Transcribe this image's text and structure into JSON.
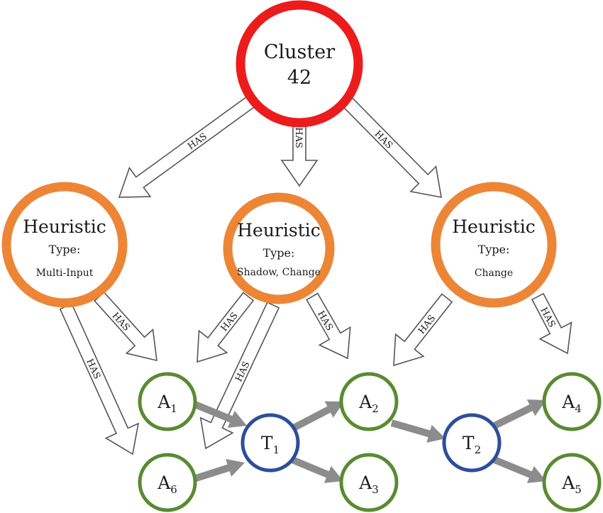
{
  "colors": {
    "cluster": "#ec1c1c",
    "heuristic": "#ec8636",
    "address": "#5a8a32",
    "transaction": "#2c4f9a",
    "has_arrow_stroke": "#555555",
    "flow_arrow": "#8c8c8c"
  },
  "cluster": {
    "label_line1": "Cluster",
    "label_line2": "42"
  },
  "heuristics": [
    {
      "title": "Heuristic",
      "type_label": "Type:",
      "type_value": "Multi-Input"
    },
    {
      "title": "Heuristic",
      "type_label": "Type:",
      "type_value": "Shadow, Change"
    },
    {
      "title": "Heuristic",
      "type_label": "Type:",
      "type_value": "Change"
    }
  ],
  "addresses": [
    {
      "letter": "A",
      "sub": "1"
    },
    {
      "letter": "A",
      "sub": "6"
    },
    {
      "letter": "A",
      "sub": "2"
    },
    {
      "letter": "A",
      "sub": "3"
    },
    {
      "letter": "A",
      "sub": "4"
    },
    {
      "letter": "A",
      "sub": "5"
    }
  ],
  "transactions": [
    {
      "letter": "T",
      "sub": "1"
    },
    {
      "letter": "T",
      "sub": "2"
    }
  ],
  "edge_label": "HAS"
}
